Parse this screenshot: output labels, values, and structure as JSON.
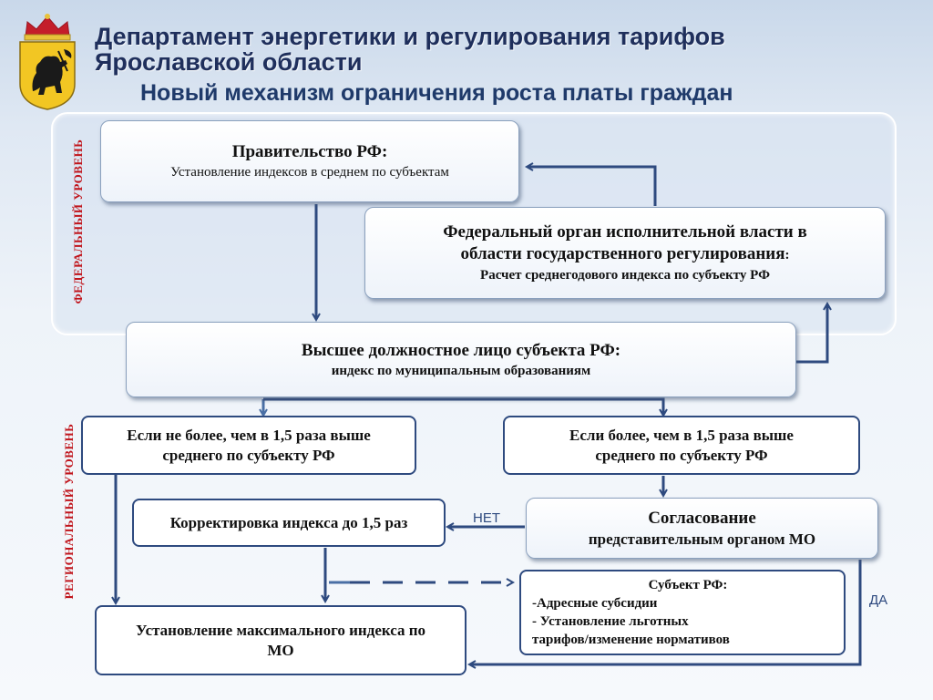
{
  "header": {
    "title_line1": "Департамент энергетики и регулирования тарифов",
    "title_line2": "Ярославской области",
    "subtitle": "Новый механизм ограничения роста платы граждан"
  },
  "levels": {
    "federal": "ФЕДЕРАЛЬНЫЙ УРОВЕНЬ",
    "regional": "РЕГИОНАЛЬНЫЙ УРОВЕНЬ"
  },
  "nodes": {
    "government": {
      "title": "Правительство РФ:",
      "text": "Установление индексов в среднем по субъектам"
    },
    "federal_body": {
      "title_line1": "Федеральный орган исполнительной власти в",
      "title_line2": "области государственного регулирования",
      "colon": ":",
      "text": "Расчет  среднегодового индекса по субъекту РФ"
    },
    "governor": {
      "title": "Высшее должностное лицо субъекта РФ:",
      "text": "индекс по муниципальным образованиям"
    },
    "cond_le": {
      "line1": "Если не более, чем в 1,5 раза выше",
      "line2": "среднего по субъекту РФ"
    },
    "cond_gt": {
      "line1": "Если  более, чем в 1,5 раза выше",
      "line2": "среднего по субъекту РФ"
    },
    "correction": {
      "text": "Корректировка индекса до 1,5 раз"
    },
    "approval": {
      "title": "Согласование",
      "text": "представительным органом МО"
    },
    "subject": {
      "title": "Субъект РФ:",
      "item1": "-Адресные субсидии",
      "item2": "- Установление льготных",
      "item3": "тарифов/изменение нормативов"
    },
    "max_index": {
      "line1": "Установление максимального индекса  по",
      "line2": "МО"
    }
  },
  "edge_labels": {
    "no": "НЕТ",
    "yes": "ДА"
  },
  "colors": {
    "arrow": "#2e4a7f",
    "level_label": "#c0141b",
    "title": "#1f2f5c",
    "dashed": "#4a6fa5"
  },
  "icons": {
    "emblem": "yaroslavl-coat-of-arms-icon"
  }
}
